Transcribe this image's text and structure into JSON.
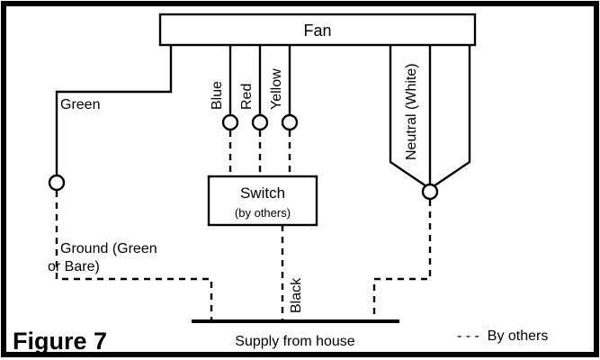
{
  "fan": {
    "label": "Fan"
  },
  "wires": {
    "green": "Green",
    "blue": "Blue",
    "red": "Red",
    "yellow": "Yellow",
    "neutral": "Neutral (White)",
    "black": "Black"
  },
  "switch": {
    "label": "Switch",
    "sublabel": "(by others)"
  },
  "ground": {
    "line1": "Ground (Green",
    "line2": "or Bare)"
  },
  "supply": {
    "label": "Supply from house"
  },
  "figure": {
    "label": "Figure 7"
  },
  "legend": {
    "label": "- - -  By others"
  }
}
